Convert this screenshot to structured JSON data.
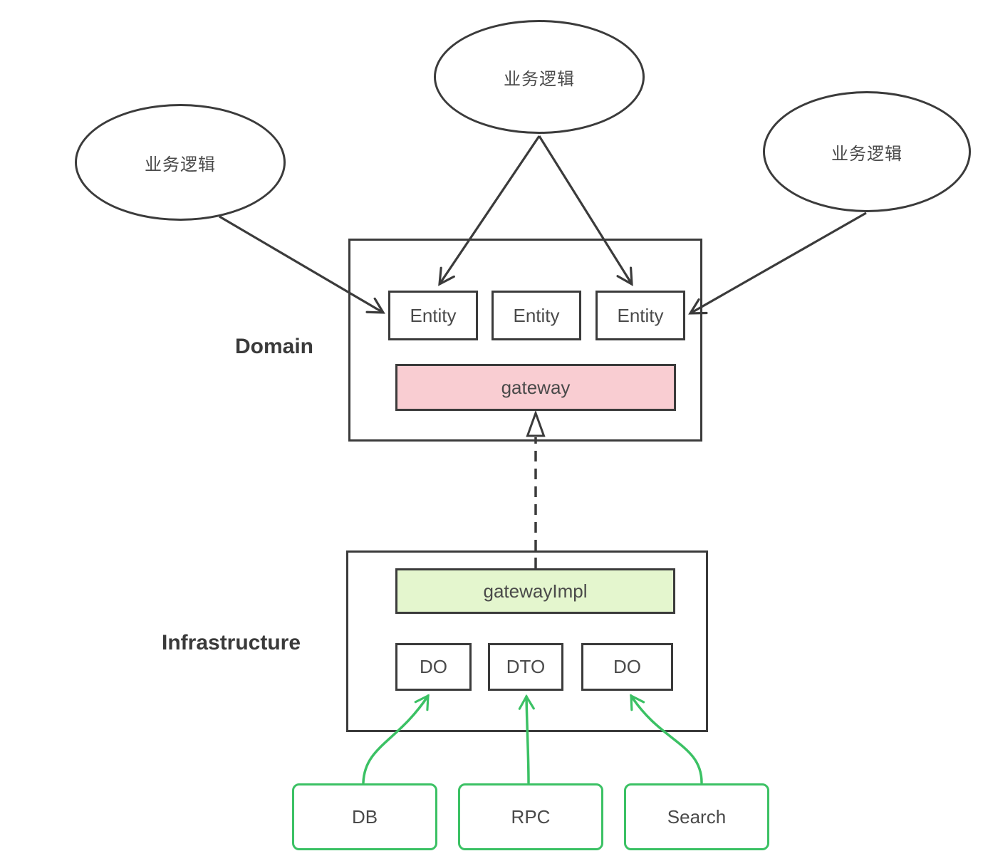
{
  "diagram": {
    "labels": {
      "domain": "Domain",
      "infrastructure": "Infrastructure"
    },
    "ellipses": [
      {
        "label": "业务逻辑"
      },
      {
        "label": "业务逻辑"
      },
      {
        "label": "业务逻辑"
      }
    ],
    "domain": {
      "entities": [
        "Entity",
        "Entity",
        "Entity"
      ],
      "gateway_label": "gateway"
    },
    "infrastructure": {
      "impl_label": "gatewayImpl",
      "objects": [
        "DO",
        "DTO",
        "DO"
      ]
    },
    "datasources": [
      {
        "label": "DB"
      },
      {
        "label": "RPC"
      },
      {
        "label": "Search"
      }
    ],
    "colors": {
      "line": "#3b3b3b",
      "gateway_fill": "#f9cdd2",
      "gateway_impl_fill": "#e4f6ce",
      "green_accent": "#3bc164",
      "text": "#4a4a4a"
    }
  }
}
